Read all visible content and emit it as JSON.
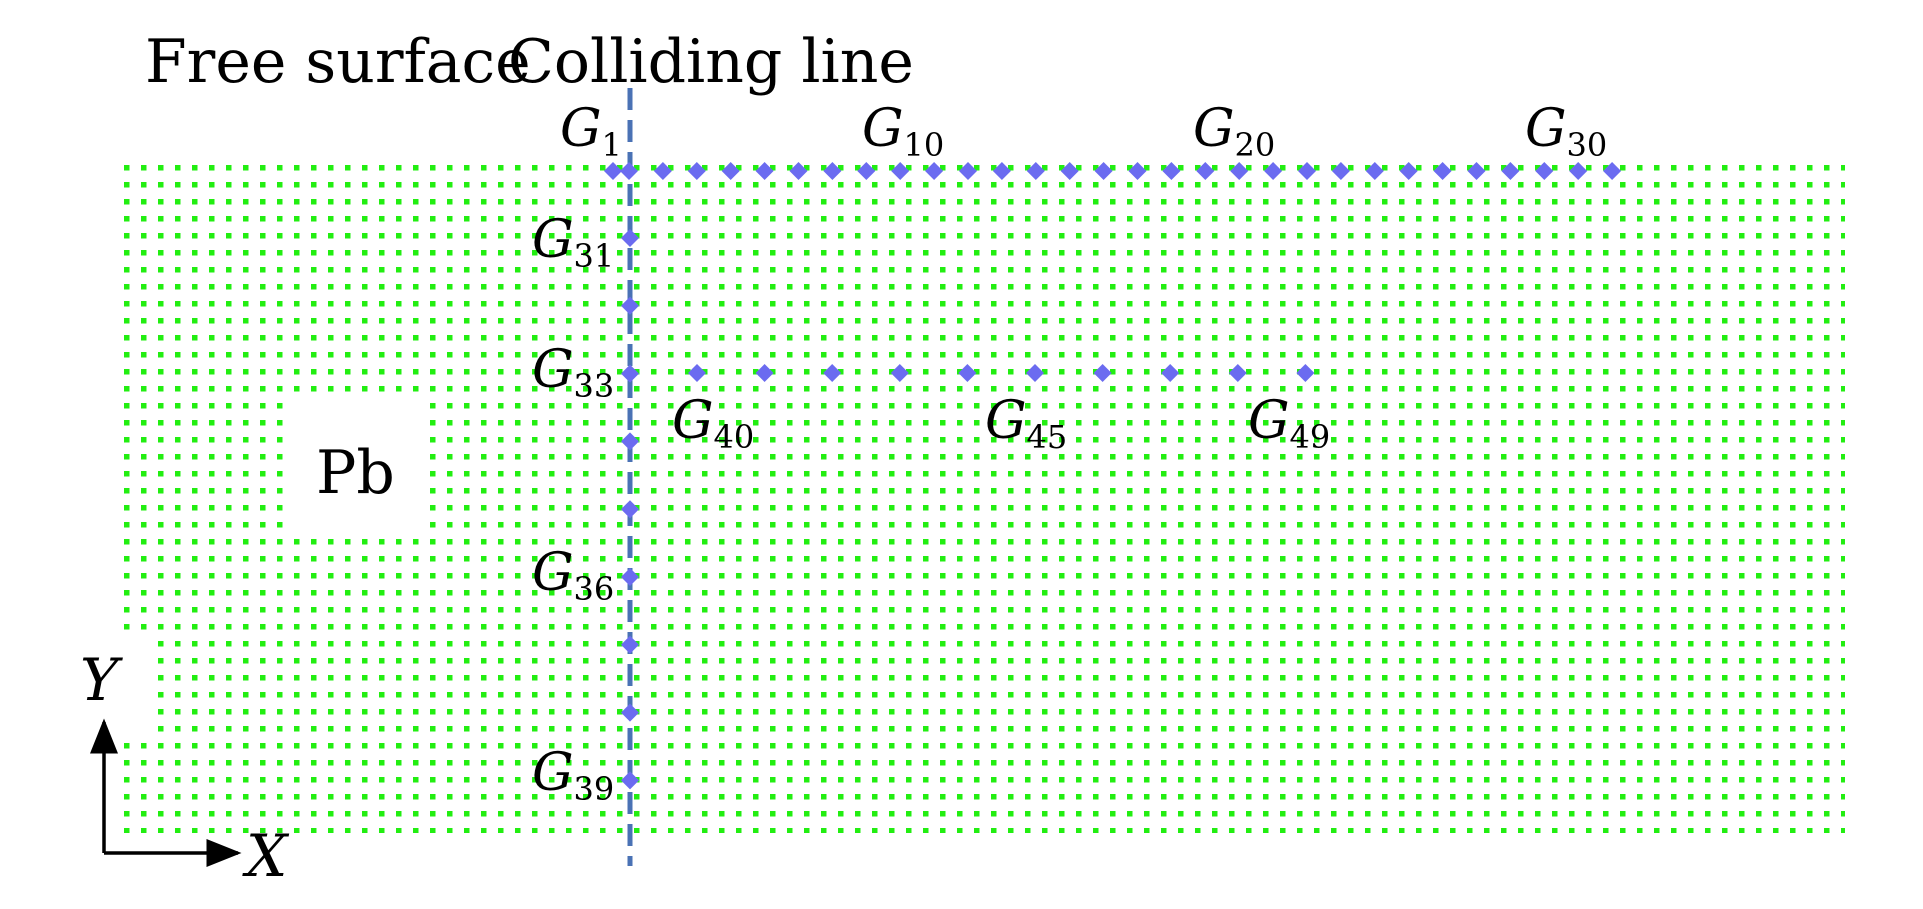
{
  "labels": {
    "free_surface": "Free surface",
    "colliding_line": "Colliding line",
    "material": "Pb",
    "axis_x": "X",
    "axis_y": "Y"
  },
  "gauge_letter": "G",
  "gauge_labels": [
    {
      "id": "G1",
      "sub": "1"
    },
    {
      "id": "G10",
      "sub": "10"
    },
    {
      "id": "G20",
      "sub": "20"
    },
    {
      "id": "G30",
      "sub": "30"
    },
    {
      "id": "G31",
      "sub": "31"
    },
    {
      "id": "G33",
      "sub": "33"
    },
    {
      "id": "G36",
      "sub": "36"
    },
    {
      "id": "G39",
      "sub": "39"
    },
    {
      "id": "G40",
      "sub": "40"
    },
    {
      "id": "G45",
      "sub": "45"
    },
    {
      "id": "G49",
      "sub": "49"
    }
  ],
  "gauge_counts": {
    "top_row": 30,
    "vertical_column": 9,
    "middle_row": 10
  },
  "colors": {
    "particle": "#22ee11",
    "gauge": "#6b6bf0",
    "colliding_line": "#4a72b5",
    "text": "#000000"
  }
}
